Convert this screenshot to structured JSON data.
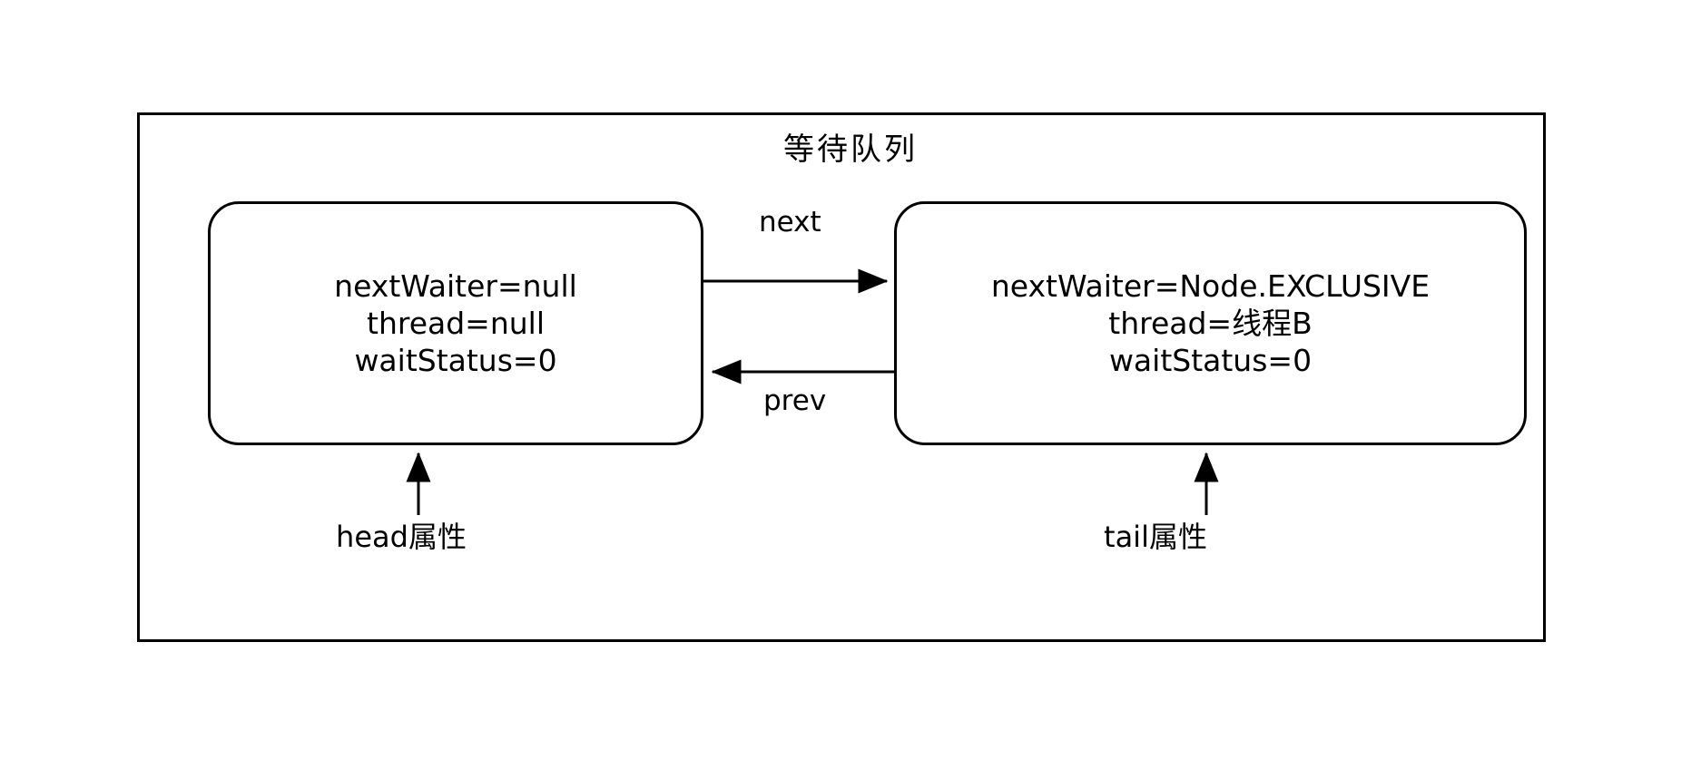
{
  "diagram": {
    "title": "等待队列",
    "outer_border_color": "#000000",
    "background_color": "#ffffff",
    "nodes": [
      {
        "id": "head-node",
        "lines": [
          "nextWaiter=null",
          "thread=null",
          "waitStatus=0"
        ],
        "pointer_label": "head属性"
      },
      {
        "id": "tail-node",
        "lines": [
          "nextWaiter=Node.EXCLUSIVE",
          "thread=线程B",
          "waitStatus=0"
        ],
        "pointer_label": "tail属性"
      }
    ],
    "edges": [
      {
        "id": "next-edge",
        "label": "next",
        "from": "head-node",
        "to": "tail-node",
        "direction": "right"
      },
      {
        "id": "prev-edge",
        "label": "prev",
        "from": "tail-node",
        "to": "head-node",
        "direction": "left"
      }
    ]
  }
}
